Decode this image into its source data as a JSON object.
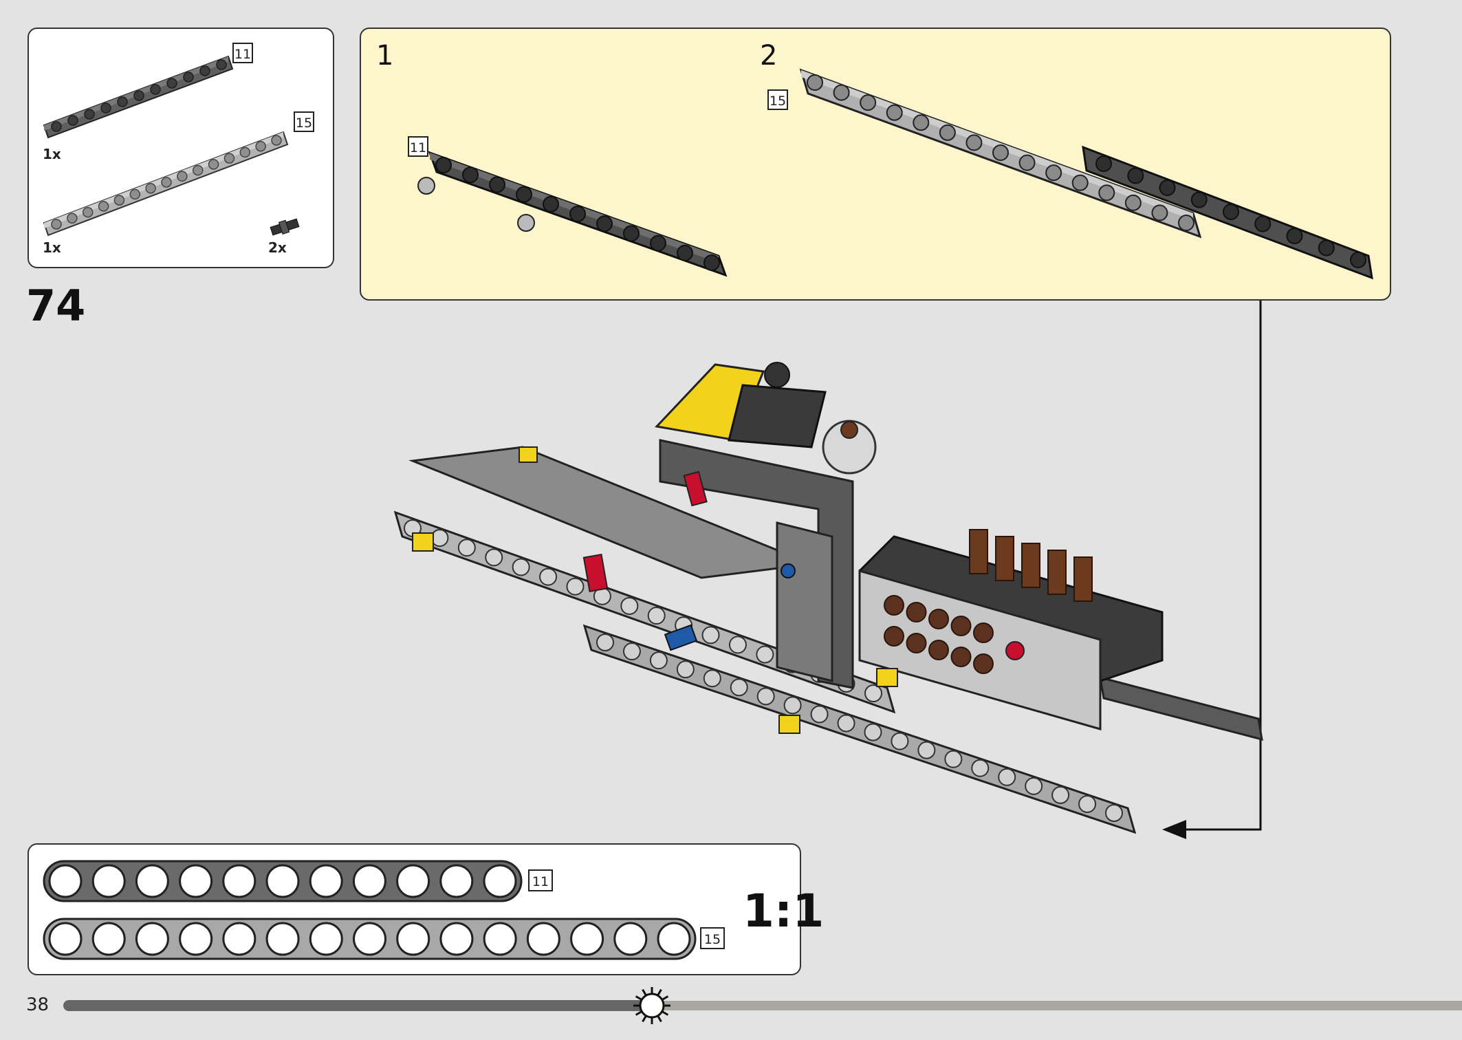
{
  "parts_list": {
    "items": [
      {
        "quantity": "1x",
        "length": "11",
        "color": "#5f5f5f"
      },
      {
        "quantity": "1x",
        "length": "15",
        "color": "#b3b3b3"
      },
      {
        "quantity": "2x",
        "length": "",
        "color": "#333333"
      }
    ]
  },
  "step": {
    "number": "74"
  },
  "substeps": [
    {
      "number": "1",
      "length": "11"
    },
    {
      "number": "2",
      "length": "15"
    }
  ],
  "scale_guide": {
    "label": "1:1",
    "beams": [
      {
        "length": "11",
        "color": "#6a6a6a"
      },
      {
        "length": "15",
        "color": "#a8a8a8"
      }
    ]
  },
  "footer": {
    "page_number": "38"
  },
  "colors": {
    "callout_bg": "#fdf6cd",
    "page_bg": "#e3e3e3",
    "dark_beam": "#5f5f5f",
    "light_beam": "#b3b3b3",
    "accent_yellow": "#f2d21b",
    "accent_red": "#c8102e",
    "accent_blue": "#1e5aa8",
    "accent_brown": "#6b3a1f"
  }
}
